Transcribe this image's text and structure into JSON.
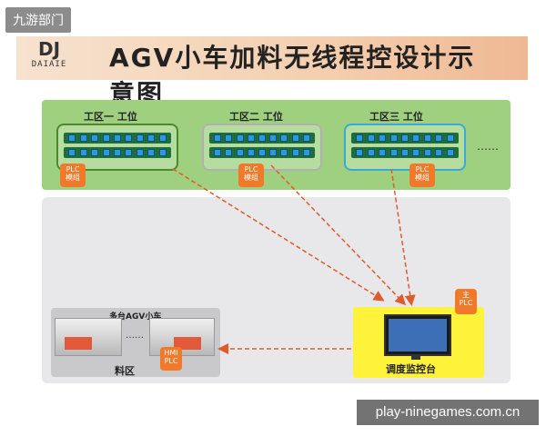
{
  "watermark_top": "九游部门",
  "watermark_bottom": "play-ninegames.com.cn",
  "logo": {
    "mark": "DJ",
    "sub": "DAIAIE"
  },
  "title": "AGV小车加料无线程控设计示意图",
  "workstations": [
    {
      "label": "工区一 工位",
      "plc": [
        "PLC",
        "模组"
      ],
      "border": "#4a8a2a"
    },
    {
      "label": "工区二 工位",
      "plc": [
        "PLC",
        "模组"
      ],
      "border": "#b0b0b0"
    },
    {
      "label": "工区三 工位",
      "plc": [
        "PLC",
        "模组"
      ],
      "border": "#3aa9d9"
    }
  ],
  "more_dots": "……",
  "storage": {
    "label": "料区",
    "agv_caption": "多台AGV小车",
    "dots": "……",
    "hmi": [
      "HMI",
      "PLC"
    ]
  },
  "console": {
    "label": "调度监控台",
    "main_plc": [
      "主",
      "PLC"
    ]
  },
  "colors": {
    "arrow": "#e05a2a",
    "plc": "#f07a2a",
    "console": "#fff23a",
    "green_zone": "#9fd07f"
  }
}
